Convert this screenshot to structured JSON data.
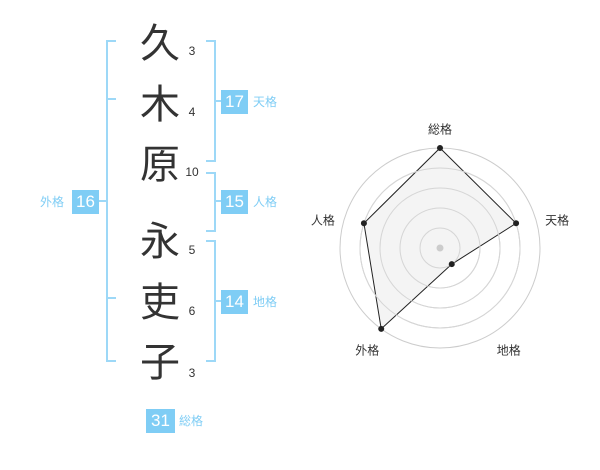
{
  "name": {
    "chars": [
      {
        "char": "久",
        "strokes": "3"
      },
      {
        "char": "木",
        "strokes": "4"
      },
      {
        "char": "原",
        "strokes": "10"
      },
      {
        "char": "永",
        "strokes": "5"
      },
      {
        "char": "吏",
        "strokes": "6"
      },
      {
        "char": "子",
        "strokes": "3"
      }
    ]
  },
  "kaku": {
    "tenkaku": {
      "value": "17",
      "label": "天格"
    },
    "jinkaku": {
      "value": "15",
      "label": "人格"
    },
    "chikaku": {
      "value": "14",
      "label": "地格"
    },
    "gaikaku": {
      "value": "16",
      "label": "外格"
    },
    "soukaku": {
      "value": "31",
      "label": "総格"
    }
  },
  "chart_data": {
    "type": "radar",
    "axes": [
      "総格",
      "天格",
      "地格",
      "外格",
      "人格"
    ],
    "levels": 5,
    "values": [
      5,
      4,
      1,
      5,
      4
    ],
    "max": 5
  },
  "colors": {
    "accent": "#7fcdf5",
    "bracket": "#9dd8f7",
    "radar_fill": "#f2f2f2",
    "radar_line": "#222222",
    "grid": "#cccccc"
  }
}
